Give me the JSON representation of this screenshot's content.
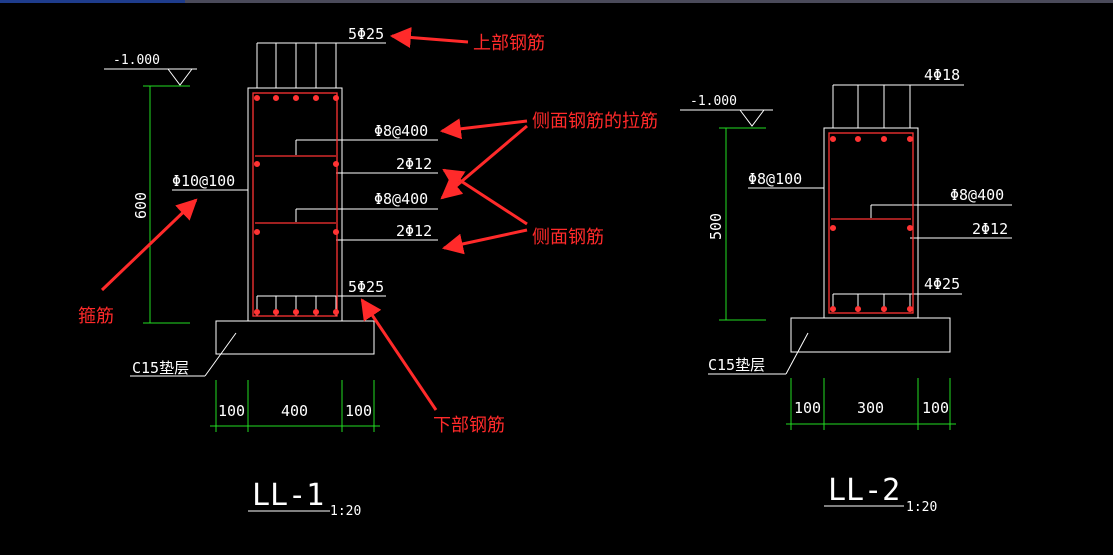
{
  "colors": {
    "background": "#000000",
    "line": "#ffffff",
    "rebar": "#ff3333",
    "dimension": "#22dd22",
    "annotation": "#ff2a2a"
  },
  "ll1": {
    "title": "LL-1",
    "scale": "1:20",
    "top_bars": "5Φ25",
    "level": "-1.000",
    "stirrup": "Φ10@100",
    "tie_upper": "Φ8@400",
    "side_upper": "2Φ12",
    "tie_lower": "Φ8@400",
    "side_lower": "2Φ12",
    "bottom_bars": "5Φ25",
    "height": "600",
    "bedding": "C15垫层",
    "dims": [
      "100",
      "400",
      "100"
    ]
  },
  "ll2": {
    "title": "LL-2",
    "scale": "1:20",
    "top_bars": "4Φ18",
    "level": "-1.000",
    "stirrup": "Φ8@100",
    "tie": "Φ8@400",
    "side": "2Φ12",
    "bottom_bars": "4Φ25",
    "height": "500",
    "bedding": "C15垫层",
    "dims": [
      "100",
      "300",
      "100"
    ]
  },
  "annotations": {
    "top_rebar": "上部钢筋",
    "side_tie": "侧面钢筋的拉筋",
    "side_rebar": "侧面钢筋",
    "stirrup": "箍筋",
    "bottom_rebar": "下部钢筋"
  }
}
